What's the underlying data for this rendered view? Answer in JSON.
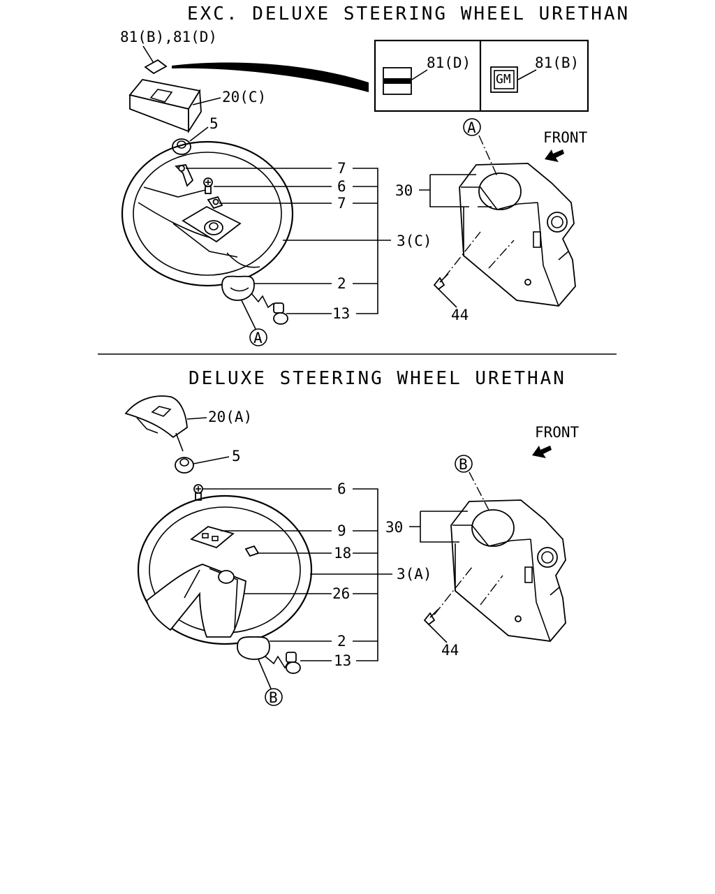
{
  "top": {
    "title": "EXC. DELUXE STEERING WHEEL URETHAN",
    "front": "FRONT",
    "callouts": {
      "c81": "81(B),81(D)",
      "c81d": "81(D)",
      "c81b": "81(B)",
      "c20": "20(C)",
      "c5": "5",
      "c7a": "7",
      "c6": "6",
      "c7b": "7",
      "c3": "3(C)",
      "c2": "2",
      "c13": "13",
      "c30": "30",
      "c44": "44",
      "refA1": "A",
      "refA2": "A"
    },
    "emblem_text": "GM"
  },
  "bottom": {
    "title": "DELUXE STEERING WHEEL URETHAN",
    "front": "FRONT",
    "callouts": {
      "c20": "20(A)",
      "c5": "5",
      "c6": "6",
      "c9": "9",
      "c18": "18",
      "c3": "3(A)",
      "c26": "26",
      "c2": "2",
      "c13": "13",
      "c30": "30",
      "c44": "44",
      "refB1": "B",
      "refB2": "B"
    }
  }
}
